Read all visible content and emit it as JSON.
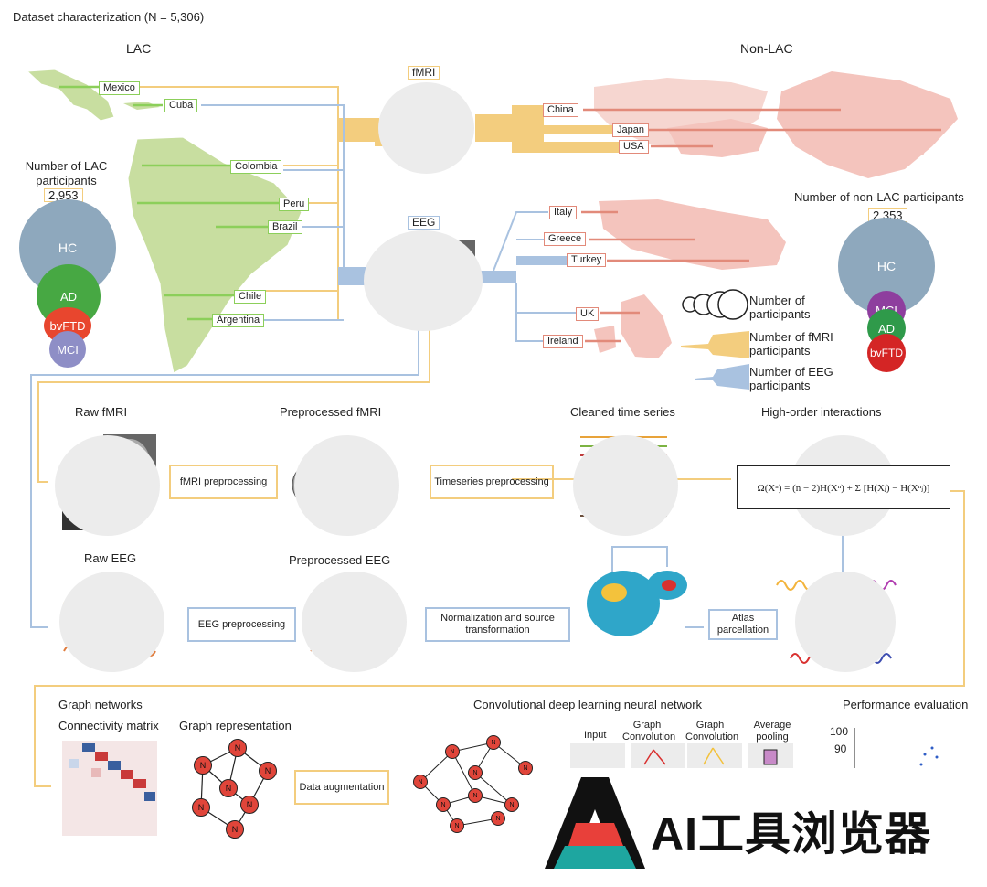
{
  "title": "Dataset characterization (N = 5,306)",
  "lac": {
    "label": "LAC",
    "count_label": "Number of LAC participants",
    "count": "2,953",
    "countries": [
      "Mexico",
      "Cuba",
      "Colombia",
      "Peru",
      "Brazil",
      "Chile",
      "Argentina"
    ],
    "groups": [
      "HC",
      "AD",
      "bvFTD",
      "MCI"
    ]
  },
  "nonlac": {
    "label": "Non-LAC",
    "count_label": "Number of non-LAC participants",
    "count": "2,353",
    "countries": [
      "China",
      "Japan",
      "USA",
      "Italy",
      "Greece",
      "Turkey",
      "UK",
      "Ireland"
    ],
    "groups": [
      "HC",
      "MCI",
      "AD",
      "bvFTD"
    ]
  },
  "modalities": {
    "fmri": "fMRI",
    "eeg": "EEG"
  },
  "legend": [
    "Number of participants",
    "Number of fMRI participants",
    "Number of EEG participants"
  ],
  "pipeline": {
    "raw_fmri": "Raw fMRI",
    "pre_fmri": "Preprocessed fMRI",
    "clean_ts": "Cleaned time series",
    "hoi": "High-order interactions",
    "fmri_step": "fMRI preprocessing",
    "ts_step": "Timeseries preprocessing",
    "raw_eeg": "Raw EEG",
    "pre_eeg": "Preprocessed EEG",
    "eeg_step": "EEG preprocessing",
    "norm_step": "Normalization and source transformation",
    "atlas_step": "Atlas parcellation",
    "formula": "Ω(Xⁿ) = (n − 2)H(Xⁿ) + Σ [H(Xⱼ) − H(Xⁿⱼ)]"
  },
  "graph": {
    "section": "Graph networks",
    "matrix": "Connectivity matrix",
    "repr": "Graph representation",
    "aug": "Data augmentation",
    "cnn": "Convolutional deep learning neural network",
    "perf": "Performance evaluation",
    "layers": [
      "Input",
      "Graph Convolution",
      "Graph Convolution",
      "Average pooling"
    ],
    "y_ticks": [
      "100",
      "90"
    ],
    "node_label": "N"
  },
  "watermark": "AI工具浏览器",
  "colors": {
    "lac_map": "#c8dea0",
    "nonlac_map": "#f4c4bd",
    "fmri": "#f3cd7e",
    "eeg": "#a9c2e0",
    "hc": "#8ea8bd",
    "ad": "#47a843",
    "bvftd": "#e8462e",
    "mci": "#8e8ec6",
    "mci_nonlac": "#8e3e9e",
    "ad_nonlac": "#2f9a4a",
    "bvftd_nonlac": "#d42525",
    "node": "#e0453a"
  }
}
